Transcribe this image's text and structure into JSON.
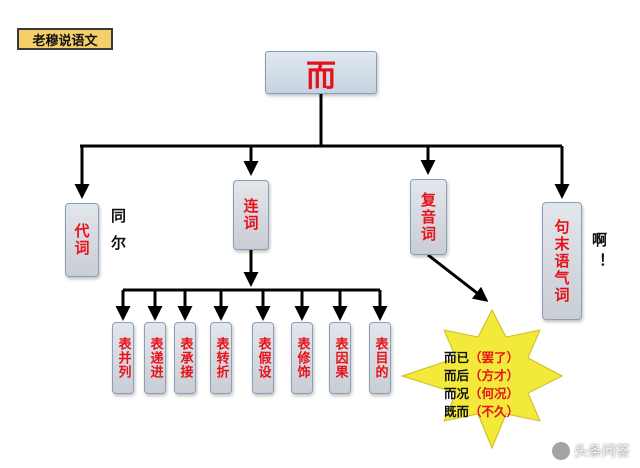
{
  "tag": "老穆说语文",
  "root": "而",
  "categories": [
    {
      "id": "pronoun",
      "label": "代词"
    },
    {
      "id": "conj",
      "label": "连词"
    },
    {
      "id": "compound",
      "label": "复音词"
    },
    {
      "id": "particle",
      "label": "句末语气词"
    }
  ],
  "pronoun_note": "同尔",
  "particle_note": "啊！",
  "conj_uses": [
    "表并列",
    "表递进",
    "表承接",
    "表转折",
    "表假设",
    "表修饰",
    "表因果",
    "表目的"
  ],
  "compound_items": [
    {
      "word": "而已",
      "meaning": "（罢了）"
    },
    {
      "word": "而后",
      "meaning": "（方才）"
    },
    {
      "word": "而况",
      "meaning": "（何况）"
    },
    {
      "word": "既而",
      "meaning": "（不久）"
    }
  ],
  "watermark": "头条问答",
  "colors": {
    "accent": "#e8111a",
    "star": "#f2e93a",
    "tag": "#f5d06a"
  }
}
